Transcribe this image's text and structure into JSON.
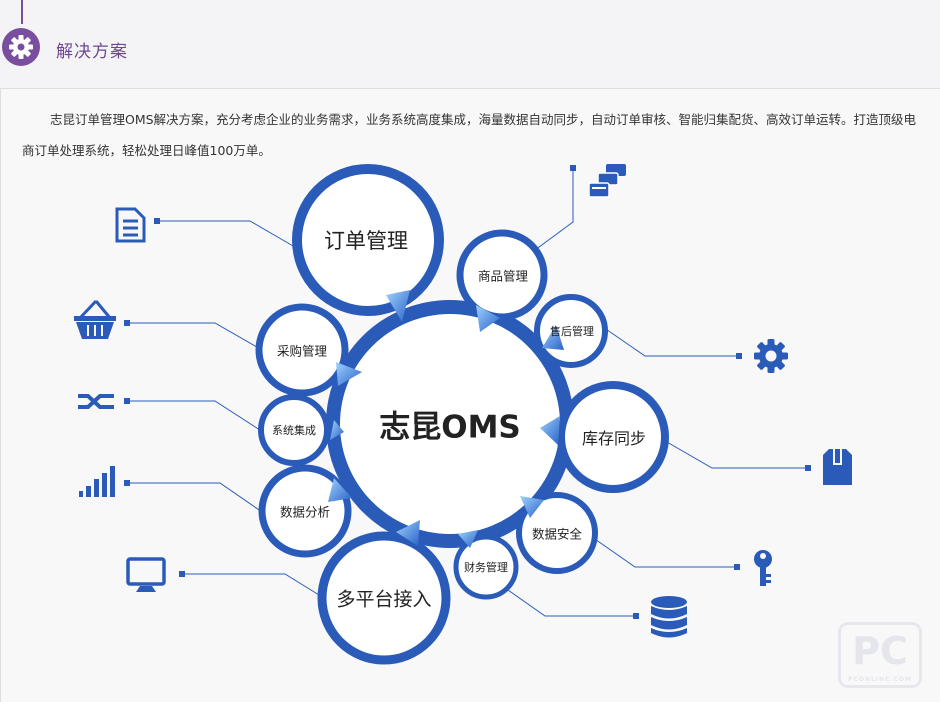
{
  "section": {
    "title": "解决方案",
    "intro": "志昆订单管理OMS解决方案，充分考虑企业的业务需求，业务系统高度集成，海量数据自动同步，自动订单审核、智能归集配货、高效订单运转。打造顶级电商订单处理系统，轻松处理日峰值100万单。"
  },
  "diagram": {
    "center": "志昆OMS",
    "nodes": {
      "order": "订单管理",
      "goods": "商品管理",
      "aftersale": "售后管理",
      "purchase": "采购管理",
      "integration": "系统集成",
      "inventory": "库存同步",
      "analysis": "数据分析",
      "security": "数据安全",
      "finance": "财务管理",
      "platform": "多平台接入"
    },
    "icons": {
      "document": "document-icon",
      "cards": "cards-icon",
      "gear": "gear-icon",
      "basket": "basket-icon",
      "shuffle": "shuffle-icon",
      "bars": "bar-chart-icon",
      "box": "box-icon",
      "key": "key-icon",
      "monitor": "monitor-icon",
      "database": "database-icon"
    },
    "colors": {
      "ring": "#2a5bb8",
      "accent": "#3f7fd6",
      "title": "#6e4794"
    }
  },
  "watermark": {
    "mark": "PC",
    "sub": "PCONLINE.COM"
  }
}
